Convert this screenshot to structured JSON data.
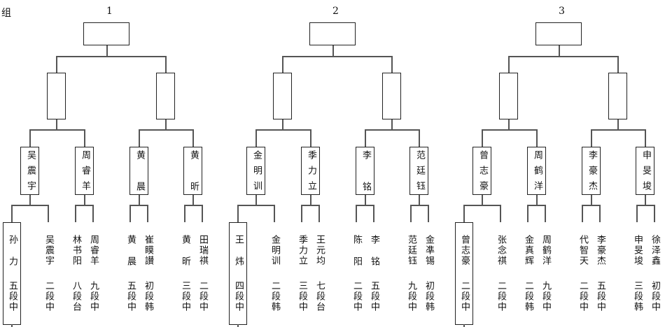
{
  "corner_label": "组",
  "groups": [
    {
      "label": "1",
      "quarter": [
        "吴震宇",
        "周睿羊",
        "黄晨",
        "黄昕"
      ],
      "leaves": [
        {
          "name": "孙力",
          "rank": "五段中",
          "boxed": true
        },
        {
          "name": "吴震宇",
          "rank": "二段中"
        },
        {
          "name": "林书阳",
          "rank": "八段台"
        },
        {
          "name": "周睿羊",
          "rank": "九段中"
        },
        {
          "name": "黄晨",
          "rank": "五段中"
        },
        {
          "name": "崔瞙讃",
          "rank": "初段韩"
        },
        {
          "name": "黄昕",
          "rank": "三段中"
        },
        {
          "name": "田瑞祺",
          "rank": "二段中"
        }
      ]
    },
    {
      "label": "2",
      "quarter": [
        "金明训",
        "季力立",
        "李铭",
        "范廷钰"
      ],
      "leaves": [
        {
          "name": "王炜",
          "rank": "四段中",
          "boxed": true
        },
        {
          "name": "金明训",
          "rank": "二段韩"
        },
        {
          "name": "季力立",
          "rank": "三段中"
        },
        {
          "name": "王元均",
          "rank": "七段台"
        },
        {
          "name": "陈阳",
          "rank": "二段中"
        },
        {
          "name": "李铭",
          "rank": "五段中"
        },
        {
          "name": "范廷钰",
          "rank": "九段中"
        },
        {
          "name": "金凖锡",
          "rank": "初段韩"
        }
      ]
    },
    {
      "label": "3",
      "quarter": [
        "曾志豪",
        "周鹤洋",
        "李豪杰",
        "申旻埈"
      ],
      "leaves": [
        {
          "name": "曾志豪",
          "rank": "二段中",
          "boxed": true
        },
        {
          "name": "张念祺",
          "rank": "二段中"
        },
        {
          "name": "金真辉",
          "rank": "二段韩"
        },
        {
          "name": "周鹤洋",
          "rank": "九段中"
        },
        {
          "name": "代智天",
          "rank": "二段中"
        },
        {
          "name": "李豪杰",
          "rank": "五段中"
        },
        {
          "name": "申旻埈",
          "rank": "三段韩"
        },
        {
          "name": "徐泽鑫",
          "rank": "初段中"
        }
      ]
    }
  ]
}
